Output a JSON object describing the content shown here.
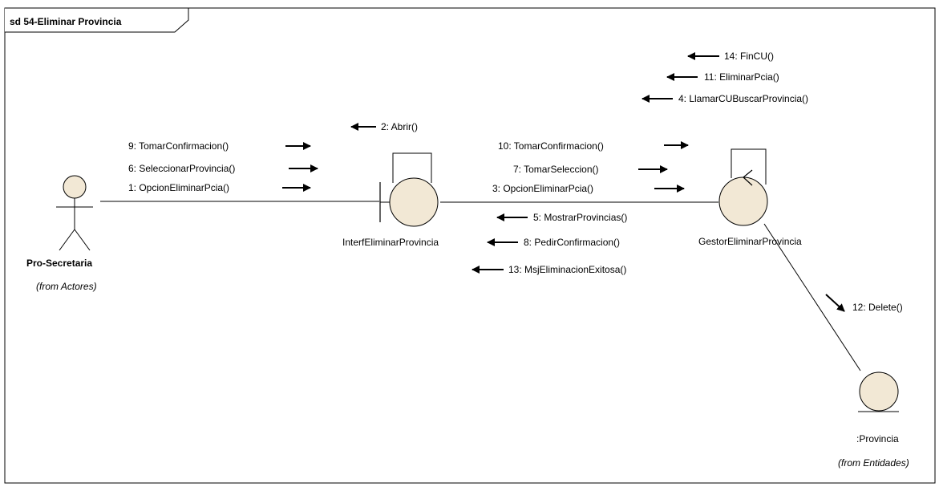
{
  "frame": {
    "title": "sd 54-Eliminar Provincia"
  },
  "actor": {
    "name": "Pro-Secretaria",
    "from": "(from Actores)"
  },
  "boundary": {
    "name": "InterfEliminarProvincia"
  },
  "control": {
    "name": "GestorEliminarProvincia"
  },
  "entity": {
    "name": ":Provincia",
    "from": "(from Entidades)"
  },
  "messages": {
    "m1": "1: OpcionEliminarPcia()",
    "m2": "2: Abrir()",
    "m3": "3: OpcionEliminarPcia()",
    "m4": "4: LlamarCUBuscarProvincia()",
    "m5": "5: MostrarProvincias()",
    "m6": "6: SeleccionarProvincia()",
    "m7": "7: TomarSeleccion()",
    "m8": "8: PedirConfirmacion()",
    "m9": "9: TomarConfirmacion()",
    "m10": "10: TomarConfirmacion()",
    "m11": "11: EliminarPcia()",
    "m12": "12: Delete()",
    "m13": "13: MsjEliminacionExitosa()",
    "m14": "14: FinCU()"
  },
  "colors": {
    "node_fill": "#f2e8d5",
    "line": "#000000",
    "frame_border": "#000000"
  },
  "icons": [
    "actor-icon",
    "boundary-icon",
    "control-icon",
    "entity-icon"
  ]
}
